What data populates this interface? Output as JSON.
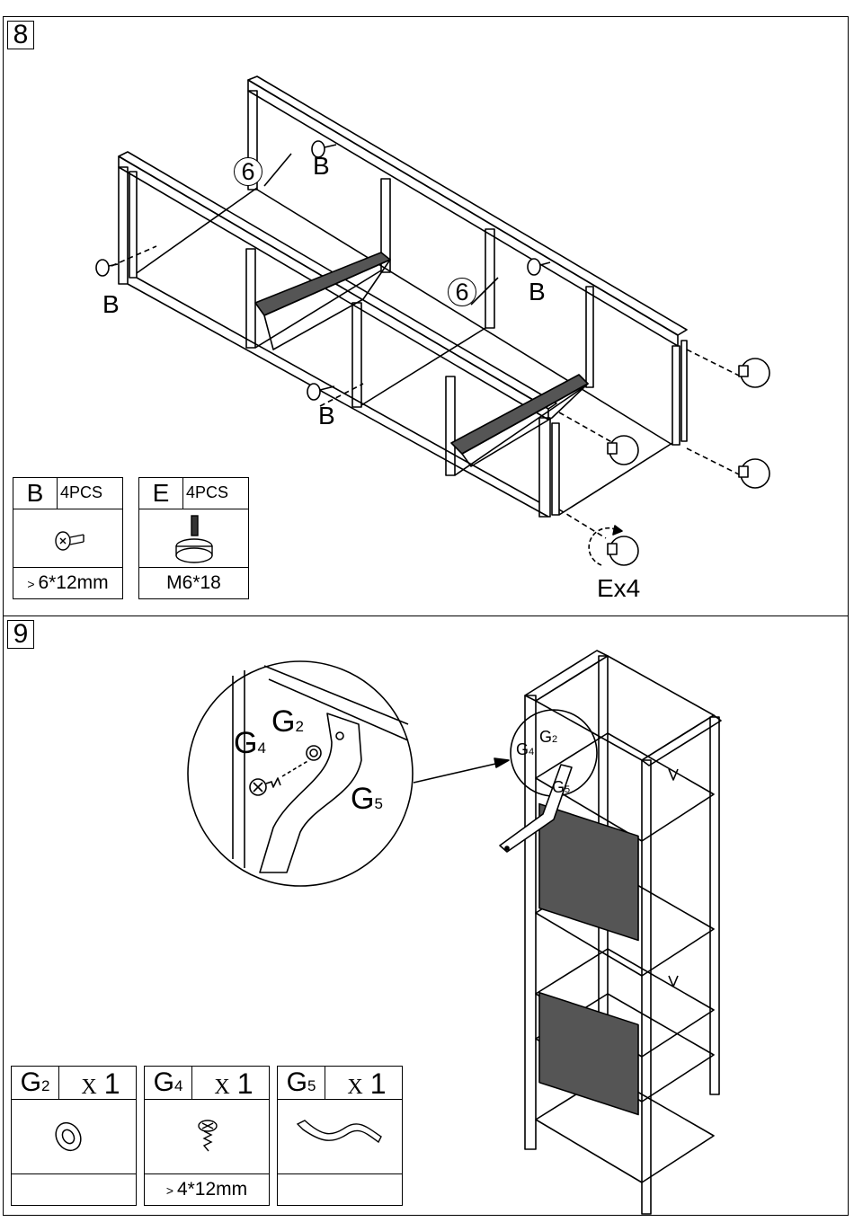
{
  "step8": {
    "number": "8",
    "callouts": {
      "bolt_label": "B",
      "circled_part": "6",
      "foot_count": "Ex4"
    },
    "parts": [
      {
        "code": "B",
        "qty": "4PCS",
        "size": "6*12mm",
        "icon": "bolt-icon"
      },
      {
        "code": "E",
        "qty": "4PCS",
        "size": "M6*18",
        "icon": "leveling-foot-icon"
      }
    ]
  },
  "step9": {
    "number": "9",
    "callouts": {
      "g4": "G",
      "g4_sub": "4",
      "g2": "G",
      "g2_sub": "2",
      "g5": "G",
      "g5_sub": "5"
    },
    "parts": [
      {
        "code": "G",
        "sub": "2",
        "qty_x": "X",
        "qty_n": "1",
        "size": "",
        "icon": "washer-icon"
      },
      {
        "code": "G",
        "sub": "4",
        "qty_x": "X",
        "qty_n": "1",
        "size": "4*12mm",
        "icon": "screw-icon"
      },
      {
        "code": "G",
        "sub": "5",
        "qty_x": "X",
        "qty_n": "1",
        "size": "",
        "icon": "anti-tip-strap-icon"
      }
    ]
  }
}
